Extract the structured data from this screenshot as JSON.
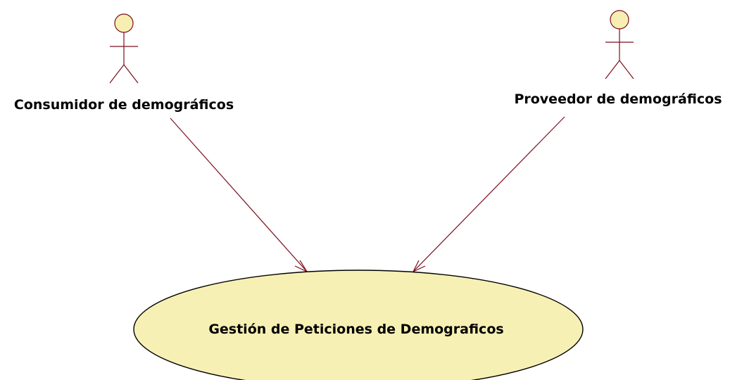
{
  "diagram": {
    "actors": [
      {
        "id": "consumer",
        "name": "Consumidor de demográficos"
      },
      {
        "id": "provider",
        "name": "Proveedor de demográficos"
      }
    ],
    "use_case": {
      "name": "Gestión de Peticiones de Demograficos"
    },
    "colors": {
      "actor_fill": "#f7efb1",
      "use_case_fill": "#f7f0b4",
      "line": "#7a0f1e",
      "outline": "#000000"
    }
  }
}
